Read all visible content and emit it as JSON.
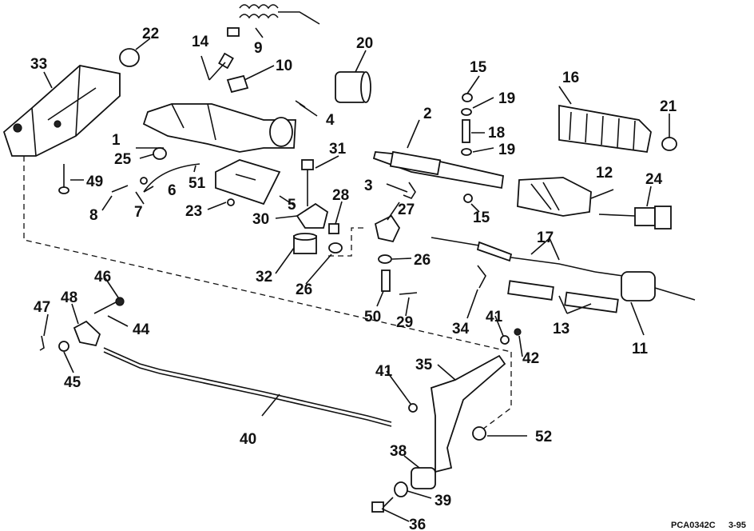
{
  "figure_code": "PCA0342C",
  "revision": "3-95",
  "callouts": [
    {
      "id": "c1",
      "label": "1"
    },
    {
      "id": "c2",
      "label": "2"
    },
    {
      "id": "c3",
      "label": "3"
    },
    {
      "id": "c4",
      "label": "4"
    },
    {
      "id": "c5",
      "label": "5"
    },
    {
      "id": "c6",
      "label": "6"
    },
    {
      "id": "c7",
      "label": "7"
    },
    {
      "id": "c8",
      "label": "8"
    },
    {
      "id": "c9",
      "label": "9"
    },
    {
      "id": "c10",
      "label": "10"
    },
    {
      "id": "c11",
      "label": "11"
    },
    {
      "id": "c12",
      "label": "12"
    },
    {
      "id": "c13",
      "label": "13"
    },
    {
      "id": "c14",
      "label": "14"
    },
    {
      "id": "c15a",
      "label": "15"
    },
    {
      "id": "c15b",
      "label": "15"
    },
    {
      "id": "c16",
      "label": "16"
    },
    {
      "id": "c17",
      "label": "17"
    },
    {
      "id": "c18",
      "label": "18"
    },
    {
      "id": "c19a",
      "label": "19"
    },
    {
      "id": "c19b",
      "label": "19"
    },
    {
      "id": "c20",
      "label": "20"
    },
    {
      "id": "c21",
      "label": "21"
    },
    {
      "id": "c22",
      "label": "22"
    },
    {
      "id": "c23",
      "label": "23"
    },
    {
      "id": "c24",
      "label": "24"
    },
    {
      "id": "c25",
      "label": "25"
    },
    {
      "id": "c26a",
      "label": "26"
    },
    {
      "id": "c26b",
      "label": "26"
    },
    {
      "id": "c27",
      "label": "27"
    },
    {
      "id": "c28",
      "label": "28"
    },
    {
      "id": "c29",
      "label": "29"
    },
    {
      "id": "c30",
      "label": "30"
    },
    {
      "id": "c31",
      "label": "31"
    },
    {
      "id": "c32",
      "label": "32"
    },
    {
      "id": "c33",
      "label": "33"
    },
    {
      "id": "c34",
      "label": "34"
    },
    {
      "id": "c35",
      "label": "35"
    },
    {
      "id": "c36",
      "label": "36"
    },
    {
      "id": "c38",
      "label": "38"
    },
    {
      "id": "c39",
      "label": "39"
    },
    {
      "id": "c40",
      "label": "40"
    },
    {
      "id": "c41a",
      "label": "41"
    },
    {
      "id": "c41b",
      "label": "41"
    },
    {
      "id": "c42",
      "label": "42"
    },
    {
      "id": "c44",
      "label": "44"
    },
    {
      "id": "c45",
      "label": "45"
    },
    {
      "id": "c46",
      "label": "46"
    },
    {
      "id": "c47",
      "label": "47"
    },
    {
      "id": "c48",
      "label": "48"
    },
    {
      "id": "c49",
      "label": "49"
    },
    {
      "id": "c50",
      "label": "50"
    },
    {
      "id": "c51",
      "label": "51"
    },
    {
      "id": "c52",
      "label": "52"
    }
  ]
}
